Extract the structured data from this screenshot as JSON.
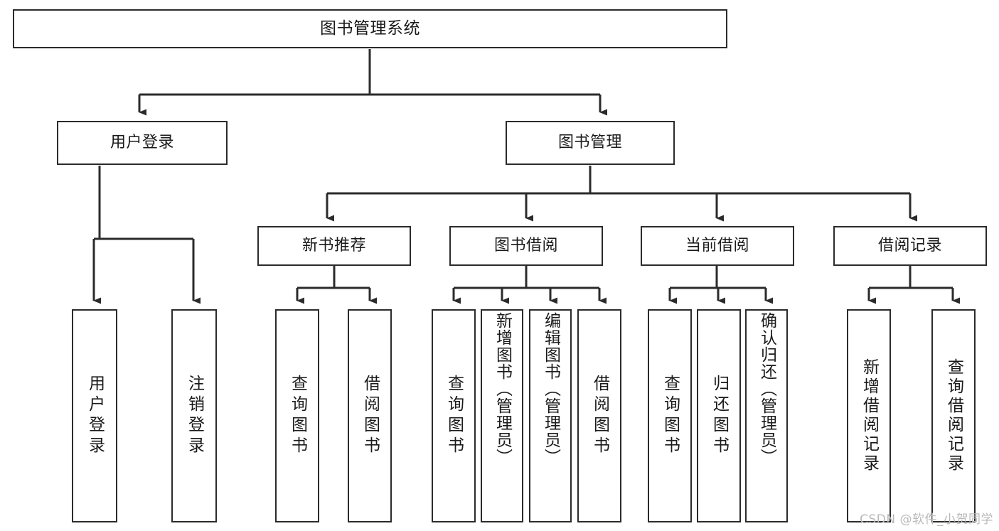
{
  "diagram": {
    "title": "图书管理系统",
    "type": "tree",
    "orientation": "top-down",
    "colors": {
      "box_border": "#2b2b2b",
      "box_fill": "#ffffff",
      "connector": "#2b2b2b",
      "text": "#1a1a1a",
      "watermark": "#b9b9b9",
      "background": "#ffffff"
    },
    "watermark": "CSDN @软件_小贺同学",
    "levels": {
      "root": {
        "label": "图书管理系统"
      },
      "level2": [
        {
          "label": "用户登录"
        },
        {
          "label": "图书管理"
        }
      ],
      "level3": [
        {
          "label": "新书推荐",
          "parent": "图书管理"
        },
        {
          "label": "图书借阅",
          "parent": "图书管理"
        },
        {
          "label": "当前借阅",
          "parent": "图书管理"
        },
        {
          "label": "借阅记录",
          "parent": "图书管理"
        }
      ],
      "leaves": [
        {
          "label": "用户登录",
          "parent": "用户登录"
        },
        {
          "label": "注销登录",
          "parent": "用户登录"
        },
        {
          "label": "查询图书",
          "parent": "新书推荐"
        },
        {
          "label": "借阅图书",
          "parent": "新书推荐"
        },
        {
          "label": "查询图书",
          "parent": "图书借阅"
        },
        {
          "label": "新增图书（管理员）",
          "parent": "图书借阅"
        },
        {
          "label": "编辑图书（管理员）",
          "parent": "图书借阅"
        },
        {
          "label": "借阅图书",
          "parent": "图书借阅"
        },
        {
          "label": "查询图书",
          "parent": "当前借阅"
        },
        {
          "label": "归还图书",
          "parent": "当前借阅"
        },
        {
          "label": "确认归还（管理员）",
          "parent": "当前借阅"
        },
        {
          "label": "新增借阅记录",
          "parent": "借阅记录"
        },
        {
          "label": "查询借阅记录",
          "parent": "借阅记录"
        }
      ]
    }
  }
}
